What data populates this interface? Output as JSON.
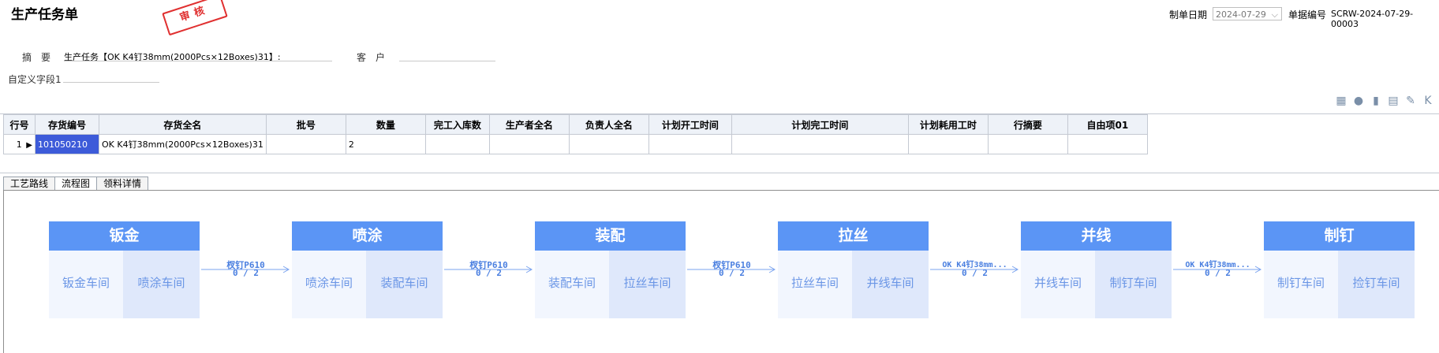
{
  "header": {
    "title": "生产任务单",
    "stamp_text": "审核",
    "date_label": "制单日期",
    "date_value": "2024-07-29",
    "doc_no_label": "单据编号",
    "doc_no_value": "SCRW-2024-07-29-00003"
  },
  "form": {
    "summary_label": "摘　要",
    "summary_value": "生产任务【OK K4钉38mm(2000Pcs×12Boxes)31】:",
    "customer_label": "客　户",
    "customer_value": "",
    "custom_field_label": "自定义字段1",
    "custom_field_value": ""
  },
  "toolbar": {
    "icons": [
      "qrcode-icon",
      "comment-icon",
      "chart-icon",
      "calculator-icon",
      "attachment-icon",
      "more-icon"
    ]
  },
  "table": {
    "columns": [
      "行号",
      "存货编号",
      "存货全名",
      "批号",
      "数量",
      "完工入库数",
      "生产者全名",
      "负责人全名",
      "计划开工时间",
      "计划完工时间",
      "计划耗用工时",
      "行摘要",
      "自由项01"
    ],
    "rows": [
      {
        "row_no": "1",
        "code": "101050210",
        "name": "OK K4钉38mm(2000Pcs×12Boxes)31",
        "batch": "",
        "qty": "2",
        "done": "",
        "producer": "",
        "manager": "",
        "start": "",
        "end": "",
        "hours": "",
        "memo": "",
        "free01": ""
      }
    ]
  },
  "tabs": [
    {
      "label": "工艺路线",
      "active": false
    },
    {
      "label": "流程图",
      "active": true
    },
    {
      "label": "领料详情",
      "active": false
    }
  ],
  "flow": {
    "stages": [
      {
        "name": "钣金",
        "from": "钣金车间",
        "to": "喷涂车间"
      },
      {
        "name": "喷涂",
        "from": "喷涂车间",
        "to": "装配车间"
      },
      {
        "name": "装配",
        "from": "装配车间",
        "to": "拉丝车间"
      },
      {
        "name": "拉丝",
        "from": "拉丝车间",
        "to": "并线车间"
      },
      {
        "name": "并线",
        "from": "并线车间",
        "to": "制钉车间"
      },
      {
        "name": "制钉",
        "from": "制钉车间",
        "to": "捡钉车间"
      }
    ],
    "connectors": [
      {
        "item": "杈钉P610",
        "count": "0 / 2"
      },
      {
        "item": "杈钉P610",
        "count": "0 / 2"
      },
      {
        "item": "杈钉P610",
        "count": "0 / 2"
      },
      {
        "item": "OK K4钉38mm...",
        "count": "0 / 2"
      },
      {
        "item": "OK K4钉38mm...",
        "count": "0 / 2"
      }
    ]
  },
  "colors": {
    "stage_header": "#5b95f5",
    "connector": "#4a7fe0",
    "selected_cell": "#3d5bd9",
    "stamp": "#e03030"
  }
}
